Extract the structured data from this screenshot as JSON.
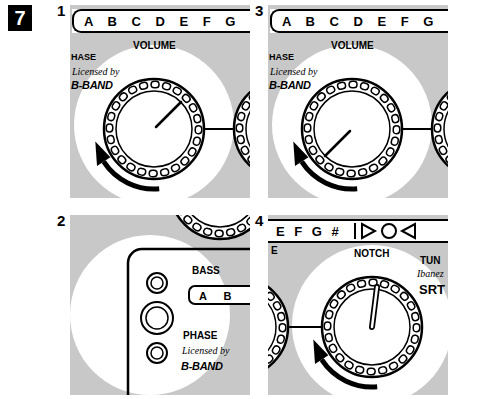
{
  "diagram": {
    "nodes": [
      {
        "text": [
          "7"
        ]
      },
      {
        "text": [
          "1"
        ]
      },
      {
        "text": [
          "A B C D E F G"
        ],
        "in": 1
      },
      {
        "text": [
          "2"
        ]
      },
      {
        "text": [
          "A B"
        ],
        "in": 3
      },
      {
        "text": [
          "3"
        ]
      },
      {
        "text": [
          "A B C D E F G"
        ],
        "in": 5
      },
      {
        "text": [
          "4"
        ]
      },
      {
        "text": [
          "E F G #"
        ],
        "in": 7
      }
    ],
    "labels": [
      "HASE",
      "VOLUME",
      "Licensed by",
      "B-BAND",
      "BASS",
      "PHASE",
      "Licensed by",
      "B-BAND",
      "HASE",
      "VOLUME",
      "Licensed by",
      "B-BAND",
      "E",
      "NOTCH",
      "TUN",
      "Ibanez",
      "SRT"
    ]
  }
}
